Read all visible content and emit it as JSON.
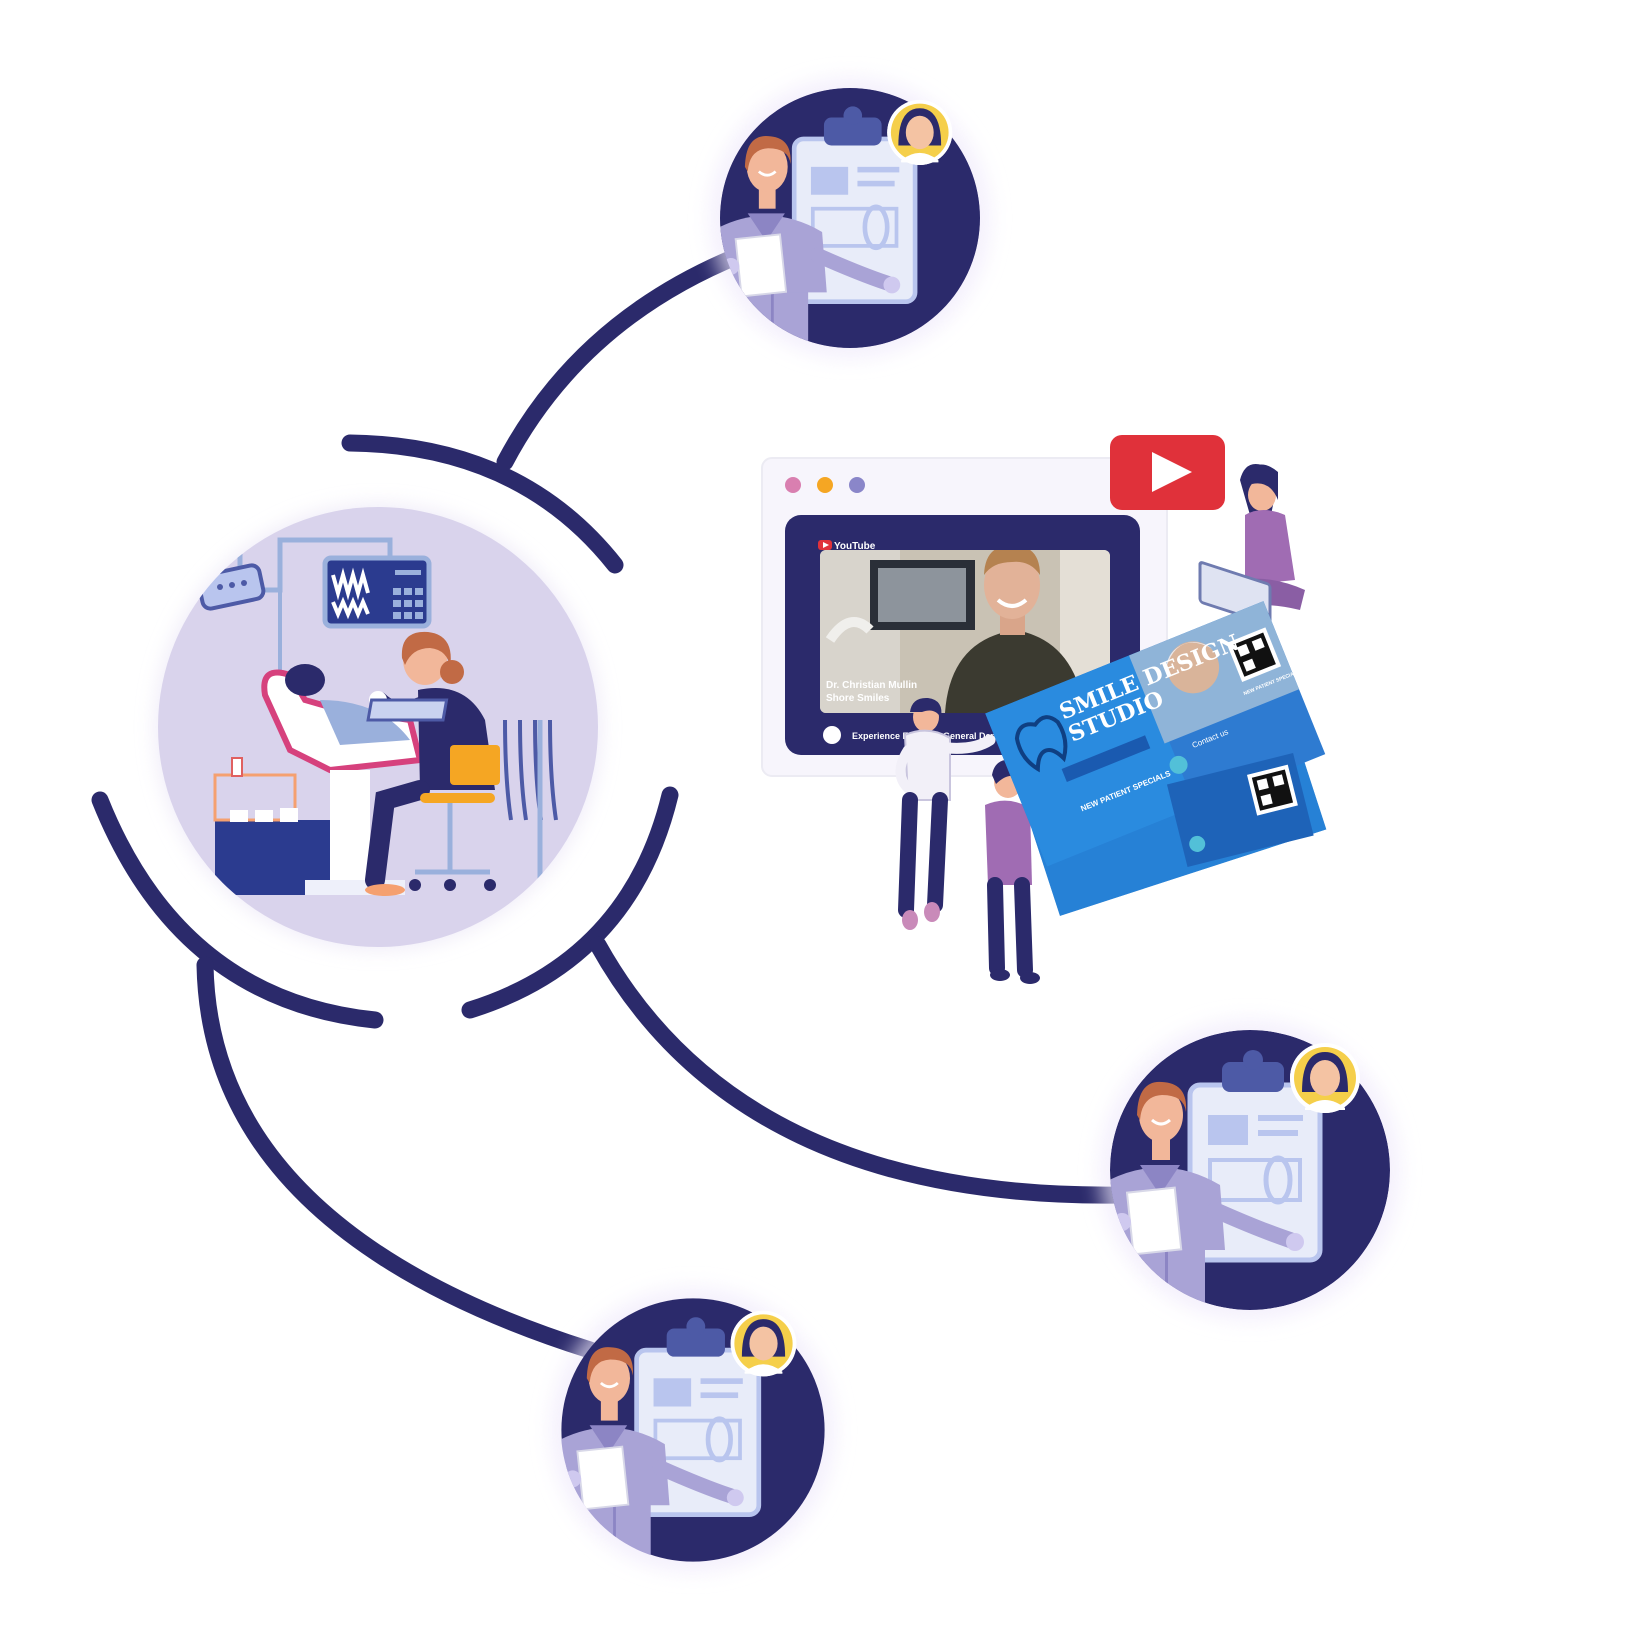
{
  "colors": {
    "navy": "#2b2a6b",
    "lavender": "#d9d3ec",
    "scrubs": "#a9a3d6",
    "youtube_red": "#e0313a",
    "flyer_blue": "#2e7bd1",
    "avatar_yellow": "#f5cf4a",
    "dot_pink": "#d97fb0",
    "dot_orange": "#f5a623",
    "dot_blue": "#8a86c9"
  },
  "video": {
    "platform": "YouTube",
    "name": "Dr. Christian Mullin",
    "practice": "Shore Smiles",
    "caption_start": "Experience Exc",
    "caption_end": "General Dentistry"
  },
  "flyer": {
    "brand_line1": "SMILE DESIGN",
    "brand_line2": "STUDIO",
    "banner": "NEW PATIENT SPECIALS",
    "contact": "Contact us",
    "qr_caption": "NEW PATIENT SPECIALS"
  },
  "icons": {
    "play": "play-icon",
    "avatar": "woman-avatar-icon",
    "clipboard": "clipboard-icon",
    "laptop": "laptop-icon"
  }
}
